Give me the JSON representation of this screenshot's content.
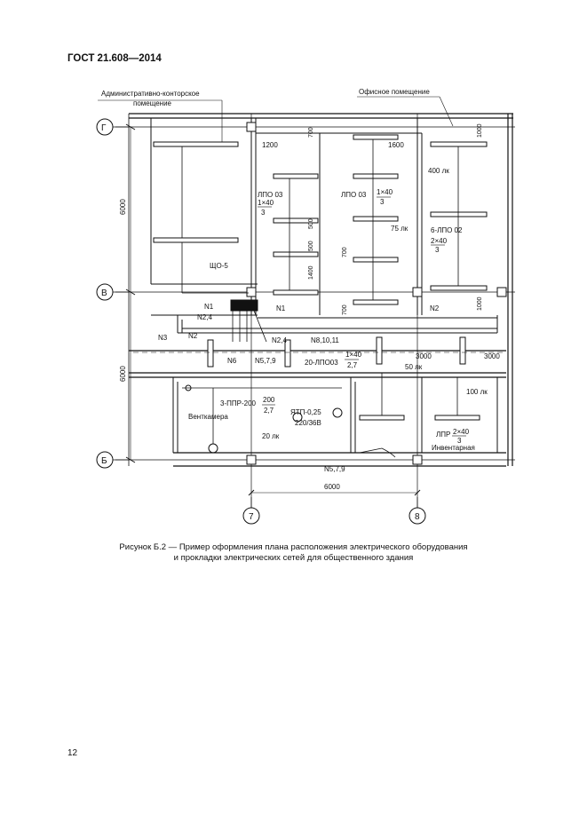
{
  "header": {
    "title": "ГОСТ 21.608—2014"
  },
  "page_number": "12",
  "caption": {
    "line1": "Рисунок Б.2 — Пример оформления плана расположения электрического оборудования",
    "line2": "и прокладки электрических сетей для общественного здания"
  },
  "plan": {
    "room_admin_line1": "Административно-конторское",
    "room_admin_line2": "помещение",
    "room_office": "Офисное помещение",
    "room_vent": "Венткамера",
    "room_inv": "Инвентарная",
    "axis_g": "Г",
    "axis_v": "В",
    "axis_b": "Б",
    "axis_7": "7",
    "axis_8": "8",
    "dim_6000_upper": "6000",
    "dim_6000_lower": "6000",
    "dim_6000_bottom": "6000",
    "dim_1200": "1200",
    "dim_1600": "1600",
    "dim_700_top": "700",
    "dim_1000_top": "1000",
    "dim_1000_right": "1000",
    "dim_500a": "500",
    "dim_500b": "500",
    "dim_1400": "1400",
    "dim_700_mid": "700",
    "dim_700_low": "700",
    "dim_3000_a": "3000",
    "dim_3000_b": "3000",
    "lux_400": "400 лк",
    "lux_75": "75 лк",
    "lux_50": "50 лк",
    "lux_100": "100 лк",
    "lux_20": "20 лк",
    "lpo03_a": "ЛПО 03",
    "lpo03_a_frac_top": "1×40",
    "lpo03_a_frac_bot": "3",
    "lpo03_b": "ЛПО 03",
    "lpo03_b_frac_top": "1×40",
    "lpo03_b_frac_bot": "3",
    "lpo02": "6-ЛПО   02",
    "lpo02_frac_top": "2×40",
    "lpo02_frac_bot": "3",
    "panel_sho5": "ЩО-5",
    "net_n1_a": "N1",
    "net_n24_a": "N2,4",
    "net_n1_b": "N1",
    "net_n2_a": "N2",
    "net_n3": "N3",
    "net_n2_b": "N2",
    "net_n24_b": "N2,4",
    "net_n81011": "N8,10,11",
    "net_n6": "N6",
    "net_n579_a": "N5,7,9",
    "net_n579_b": "N5,7,9",
    "corr_lpo": "20-ЛПО03",
    "corr_frac_top": "1×40",
    "corr_frac_bot": "2,7",
    "ppr_label": "3-ППР-200",
    "ppr_frac_top": "200",
    "ppr_frac_bot": "2,7",
    "ytp_label": "ЯТП-0,25",
    "ytp_sub": "220/36В",
    "lpr_label": "ЛПР",
    "lpr_frac_top": "2×40",
    "lpr_frac_bot": "3"
  }
}
